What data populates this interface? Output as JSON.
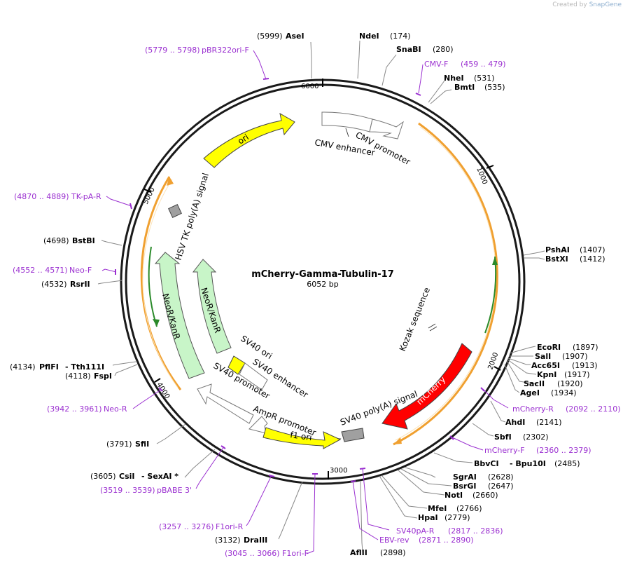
{
  "brand": {
    "prefix": "Created by",
    "name": "SnapGene"
  },
  "plasmid": {
    "name": "mCherry-Gamma-Tubulin-17",
    "size_label": "6052 bp"
  },
  "ticks": [
    "1000",
    "2000",
    "3000",
    "4000",
    "5000",
    "6000"
  ],
  "features": [
    {
      "label": "CMV enhancer"
    },
    {
      "label": "CMV promoter"
    },
    {
      "label": "ori"
    },
    {
      "label": "HSV TK poly(A) signal"
    },
    {
      "label": "NeoR/KanR"
    },
    {
      "label": "NeoR/KanR"
    },
    {
      "label": "SV40 ori"
    },
    {
      "label": "SV40 enhancer"
    },
    {
      "label": "SV40 promoter"
    },
    {
      "label": "AmpR promoter"
    },
    {
      "label": "f1 ori"
    },
    {
      "label": "SV40 poly(A) signal"
    },
    {
      "label": "mCherry"
    },
    {
      "label": "Kozak sequence"
    }
  ],
  "sites": [
    {
      "pos": "(5999)",
      "name": "AseI"
    },
    {
      "pos": "(174)",
      "name": "NdeI"
    },
    {
      "pos": "(280)",
      "name": "SnaBI"
    },
    {
      "pos": "(531)",
      "name": "NheI"
    },
    {
      "pos": "(535)",
      "name": "BmtI"
    },
    {
      "pos": "(1407)",
      "name": "PshAI"
    },
    {
      "pos": "(1412)",
      "name": "BstXI"
    },
    {
      "pos": "(1897)",
      "name": "EcoRI"
    },
    {
      "pos": "(1907)",
      "name": "SalI"
    },
    {
      "pos": "(1913)",
      "name": "Acc65I"
    },
    {
      "pos": "(1917)",
      "name": "KpnI"
    },
    {
      "pos": "(1920)",
      "name": "SacII"
    },
    {
      "pos": "(1934)",
      "name": "AgeI"
    },
    {
      "pos": "(2141)",
      "name": "AhdI"
    },
    {
      "pos": "(2302)",
      "name": "SbfI"
    },
    {
      "pos": "(2485)",
      "name": "BbvCI",
      "extra": "- Bpu10I"
    },
    {
      "pos": "(2628)",
      "name": "SgrAI"
    },
    {
      "pos": "(2647)",
      "name": "BsrGI"
    },
    {
      "pos": "(2660)",
      "name": "NotI"
    },
    {
      "pos": "(2766)",
      "name": "MfeI"
    },
    {
      "pos": "(2779)",
      "name": "HpaI"
    },
    {
      "pos": "(2898)",
      "name": "AflII"
    },
    {
      "pos": "(3132)",
      "name": "DraIII"
    },
    {
      "pos": "(3605)",
      "name": "CsiI",
      "extra": "- SexAI *"
    },
    {
      "pos": "(3791)",
      "name": "SfiI"
    },
    {
      "pos": "(4118)",
      "name": "FspI"
    },
    {
      "pos": "(4134)",
      "name": "PflFI",
      "extra": "- Tth111I"
    },
    {
      "pos": "(4532)",
      "name": "RsrII"
    },
    {
      "pos": "(4698)",
      "name": "BstBI"
    }
  ],
  "primers": [
    {
      "range": "(5779 .. 5798)",
      "name": "pBR322ori-F"
    },
    {
      "range": "(459 .. 479)",
      "name": "CMV-F"
    },
    {
      "range": "(2092 .. 2110)",
      "name": "mCherry-R"
    },
    {
      "range": "(2360 .. 2379)",
      "name": "mCherry-F"
    },
    {
      "range": "(2817 .. 2836)",
      "name": "SV40pA-R"
    },
    {
      "range": "(2871 .. 2890)",
      "name": "EBV-rev"
    },
    {
      "range": "(3045 .. 3066)",
      "name": "F1ori-F"
    },
    {
      "range": "(3257 .. 3276)",
      "name": "F1ori-R"
    },
    {
      "range": "(3519 .. 3539)",
      "name": "pBABE 3'"
    },
    {
      "range": "(3942 .. 3961)",
      "name": "Neo-R"
    },
    {
      "range": "(4552 .. 4571)",
      "name": "Neo-F"
    },
    {
      "range": "(4870 .. 4889)",
      "name": "TK-pA-R"
    }
  ],
  "colors": {
    "backbone": "#1a1a1a",
    "primer": "#9a2fd0",
    "ori": "#ffff00",
    "neo": "#c8f5c8",
    "mcherry": "#ff0000",
    "orf_outline": "#f0a030",
    "orf_inner_green": "#2a8a2a",
    "polyA": "#a0a0a0"
  }
}
